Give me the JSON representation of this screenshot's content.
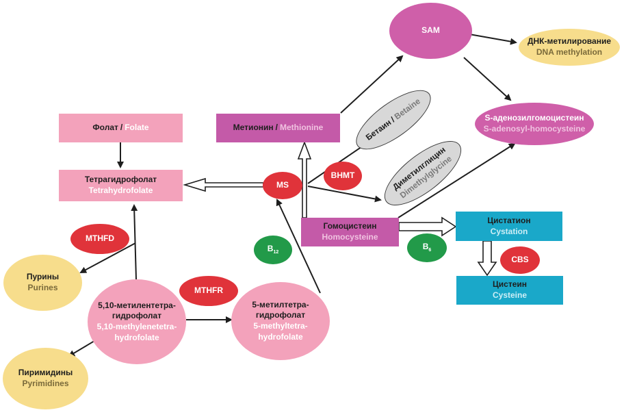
{
  "nodes": {
    "folate": {
      "ru": "Фолат",
      "sep": "/",
      "en": "Folate"
    },
    "thf": {
      "ru": "Тетрагидрофолат",
      "en": "Tetrahydrofolate"
    },
    "methionine": {
      "ru": "Метионин",
      "sep": "/",
      "en": "Methionine"
    },
    "sam": {
      "label": "SAM"
    },
    "dna_methylation": {
      "ru": "ДНК-метилирование",
      "en": "DNA methylation"
    },
    "sah": {
      "ru": "S-аденозилгомоцистеин",
      "en": "S-adenosyl-homocysteine"
    },
    "betaine": {
      "ru": "Бетаин",
      "sep": "/",
      "en": "Betaine"
    },
    "dmg": {
      "ru": "Диметилглицин",
      "en": "Dimethylglycine"
    },
    "bhmt": {
      "label": "BHMT"
    },
    "ms": {
      "label": "MS"
    },
    "homocysteine": {
      "ru": "Гомоцистеин",
      "en": "Homocysteine"
    },
    "cystathionine": {
      "ru": "Цистатион",
      "en": "Cystation"
    },
    "cbs": {
      "label": "CBS"
    },
    "cysteine": {
      "ru": "Цистеин",
      "en": "Cysteine"
    },
    "b12": {
      "label": "B",
      "sub": "12"
    },
    "b6": {
      "label": "B",
      "sub": "6"
    },
    "mthfd": {
      "label": "MTHFD"
    },
    "mthfr": {
      "label": "MTHFR"
    },
    "purines": {
      "ru": "Пурины",
      "en": "Purines"
    },
    "pyrimidines": {
      "ru": "Пиримидины",
      "en": "Pyrimidines"
    },
    "methylene_thf": {
      "ru1": "5,10-метилентетра-",
      "ru2": "гидрофолат",
      "en1": "5,10-methylenetetra-",
      "en2": "hydrofolate"
    },
    "methyl_thf": {
      "ru1": "5-метилтетра-",
      "ru2": "гидрофолат",
      "en1": "5-methyltetra-",
      "en2": "hydrofolate"
    }
  },
  "colors": {
    "pink": "#f3a2bb",
    "purple": "#c45aa8",
    "magenta": "#cf5fa9",
    "yellow": "#f7dd8c",
    "teal": "#1aa8c9",
    "red": "#e0333a",
    "green": "#229a49",
    "grey": "#d8d8d8",
    "arrow": "#1e1e1e"
  }
}
